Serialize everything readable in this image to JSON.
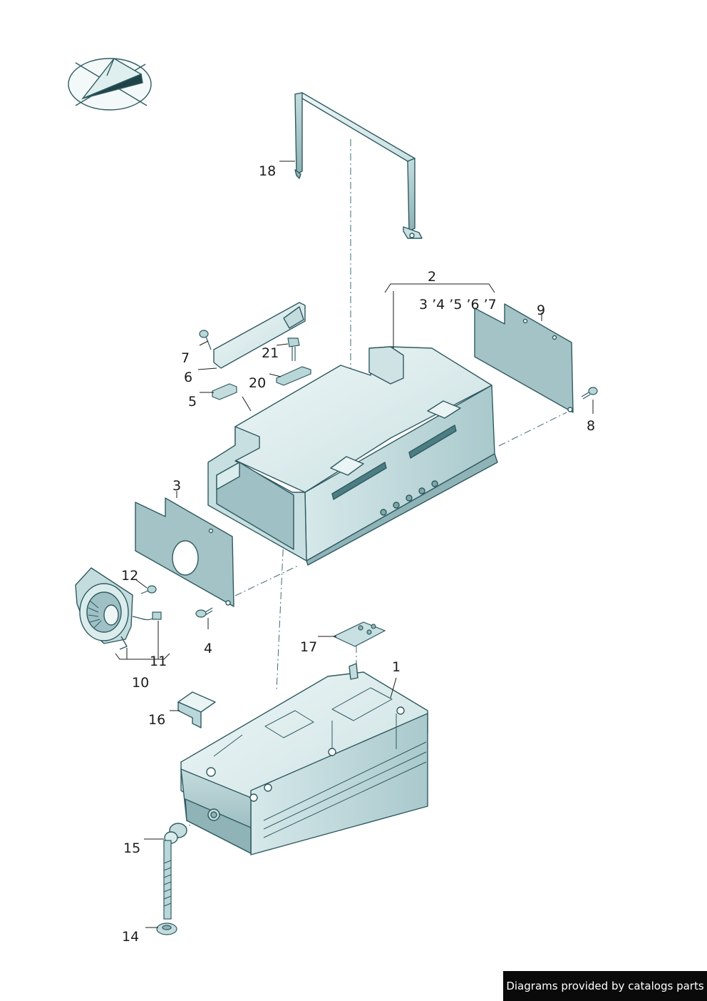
{
  "callouts": {
    "c1": "1",
    "c2": "2",
    "c3": "3",
    "c4": "4",
    "c5": "5",
    "c6": "6",
    "c7": "7",
    "c8": "8",
    "c9": "9",
    "c10": "10",
    "c11": "11",
    "c12": "12",
    "c14": "14",
    "c15": "15",
    "c16": "16",
    "c17": "17",
    "c18": "18",
    "c20": "20",
    "c21": "21",
    "sub2": "3 ’4 ’5 ’6 ’7"
  },
  "footer": {
    "credit": "Diagrams provided by catalogs parts"
  },
  "colors": {
    "line": "#2f5a60",
    "fill_light": "#dfeeee",
    "fill_mid": "#b9d6d8",
    "fill_dark": "#8fb3b7",
    "credit_bg": "#0a0a0a"
  }
}
